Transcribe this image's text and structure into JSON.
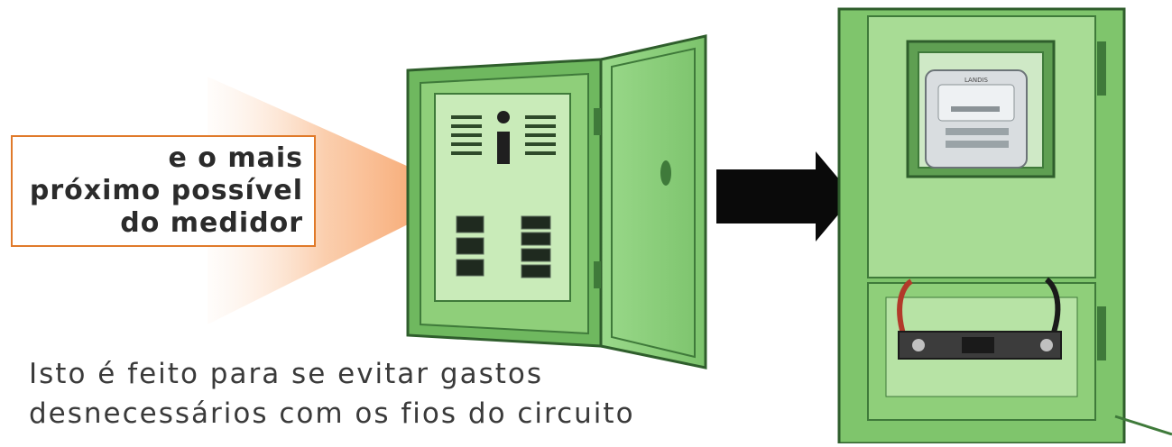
{
  "callout": {
    "lines": [
      "e o mais",
      "próximo possível",
      "do medidor"
    ]
  },
  "caption": {
    "lines": [
      "Isto é feito para se evitar gastos",
      "desnecessários com os fios do circuito"
    ]
  },
  "meter": {
    "brand": "LANDIS"
  },
  "colors": {
    "cabinet_green": "#8fcf7a",
    "cabinet_dark": "#3f7a3a",
    "callout_border": "#e07a2a",
    "callout_glow": "#f7a86a",
    "arrow": "#0a0a0a"
  }
}
